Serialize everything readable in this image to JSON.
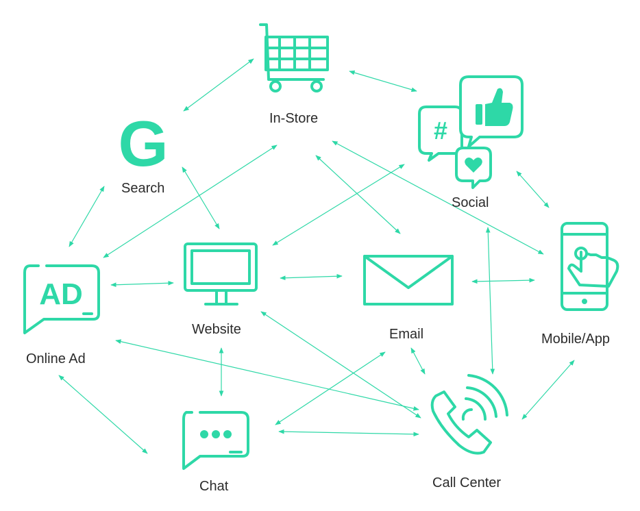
{
  "colors": {
    "accent": "#2ed8a7",
    "text": "#2b2b2b"
  },
  "nodes": {
    "in_store": {
      "label": "In-Store",
      "icon": "shopping-cart-icon"
    },
    "search": {
      "label": "Search",
      "icon": "google-g-icon"
    },
    "social": {
      "label": "Social",
      "icon": "social-bubbles-icon"
    },
    "online_ad": {
      "label": "Online Ad",
      "icon": "ad-bubble-icon"
    },
    "website": {
      "label": "Website",
      "icon": "monitor-icon"
    },
    "email": {
      "label": "Email",
      "icon": "envelope-icon"
    },
    "mobile_app": {
      "label": "Mobile/App",
      "icon": "smartphone-touch-icon"
    },
    "chat": {
      "label": "Chat",
      "icon": "chat-bubble-icon"
    },
    "call_center": {
      "label": "Call Center",
      "icon": "phone-call-icon"
    }
  },
  "icon_glyphs": {
    "search": "G",
    "online_ad": "AD",
    "social_hash": "#"
  }
}
